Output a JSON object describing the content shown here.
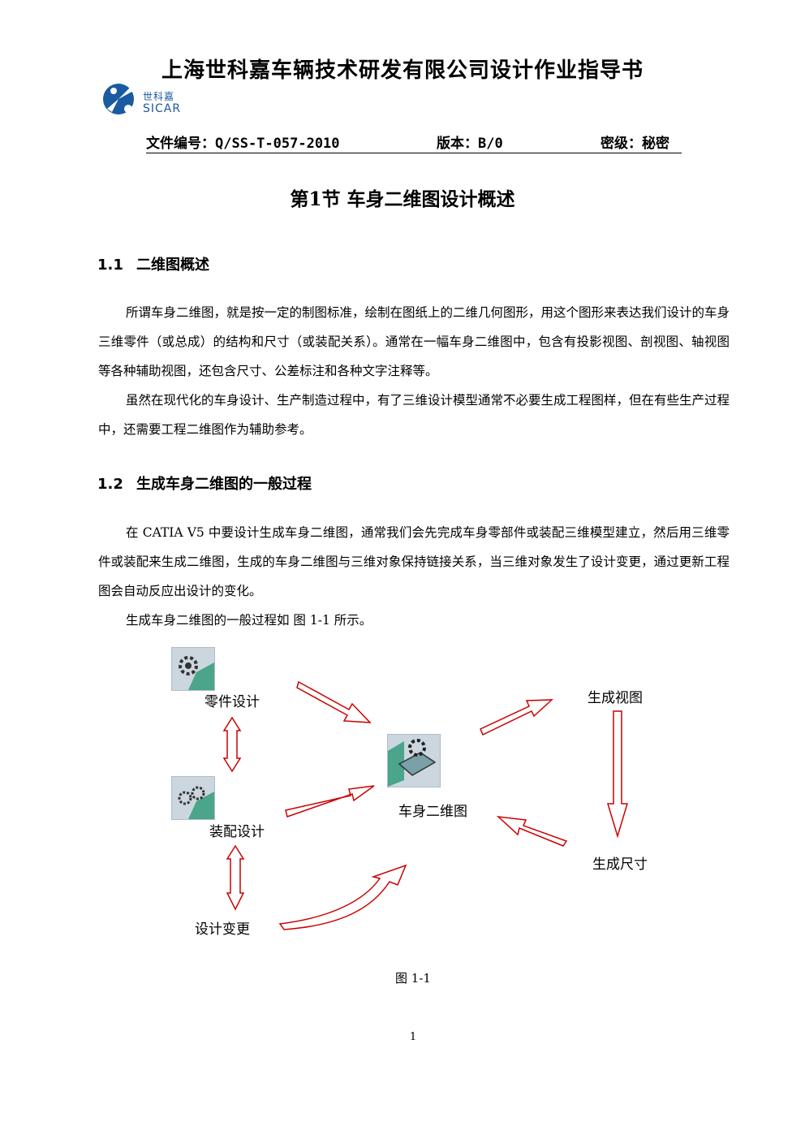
{
  "header": {
    "company_title": "上海世科嘉车辆技术研发有限公司设计作业指导书",
    "logo_text_cn": "世科嘉",
    "logo_text_en": "SICAR",
    "doc_number": "文件编号：Q/SS-T-057-2010",
    "version": "版本：B/0",
    "security": "密级：秘密"
  },
  "section_title": "第1节 车身二维图设计概述",
  "sections": [
    {
      "number": "1.1",
      "title": "二维图概述",
      "paragraphs": [
        "所谓车身二维图，就是按一定的制图标准，绘制在图纸上的二维几何图形，用这个图形来表达我们设计的车身三维零件（或总成）的结构和尺寸（或装配关系）。通常在一幅车身二维图中，包含有投影视图、剖视图、轴视图等各种辅助视图，还包含尺寸、公差标注和各种文字注释等。",
        "虽然在现代化的车身设计、生产制造过程中，有了三维设计模型通常不必要生成工程图样，但在有些生产过程中，还需要工程二维图作为辅助参考。"
      ]
    },
    {
      "number": "1.2",
      "title": "生成车身二维图的一般过程",
      "paragraphs": [
        "在 CATIA V5 中要设计生成车身二维图，通常我们会先完成车身零部件或装配三维模型建立，然后用三维零件或装配来生成二维图，生成的车身二维图与三维对象保持链接关系，当三维对象发生了设计变更，通过更新工程图会自动反应出设计的变化。",
        "生成车身二维图的一般过程如 图 1-1 所示。"
      ]
    }
  ],
  "diagram": {
    "part_design": "零件设计",
    "assembly_design": "装配设计",
    "design_change": "设计变更",
    "drawing": "车身二维图",
    "generate_view": "生成视图",
    "generate_dimension": "生成尺寸",
    "arrow_color": "#cc0000"
  },
  "figure_caption": "图 1-1",
  "page_number": "1"
}
